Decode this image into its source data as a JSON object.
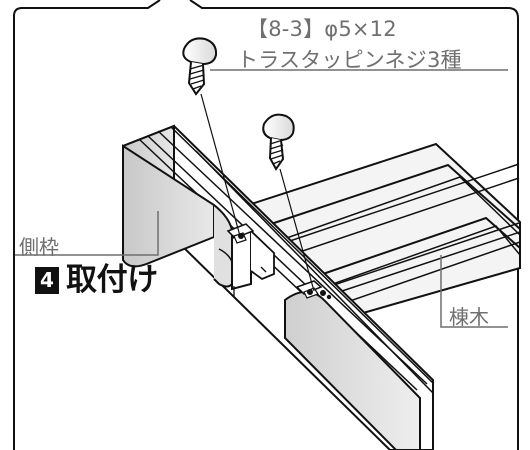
{
  "callouts": {
    "screw_spec_line1": "【8-3】φ5×12",
    "screw_spec_line2": "トラスタッピンネジ3種",
    "side_frame": "側枠",
    "ridge_bar": "棟木"
  },
  "step": {
    "number": "4",
    "title": "取付け"
  },
  "icons": {
    "screw": "screw-icon"
  },
  "colors": {
    "ink": "#111111",
    "label_gray": "#6f6f6f",
    "shade_gray": "#d6d6d6",
    "badge_bg": "#111111"
  }
}
